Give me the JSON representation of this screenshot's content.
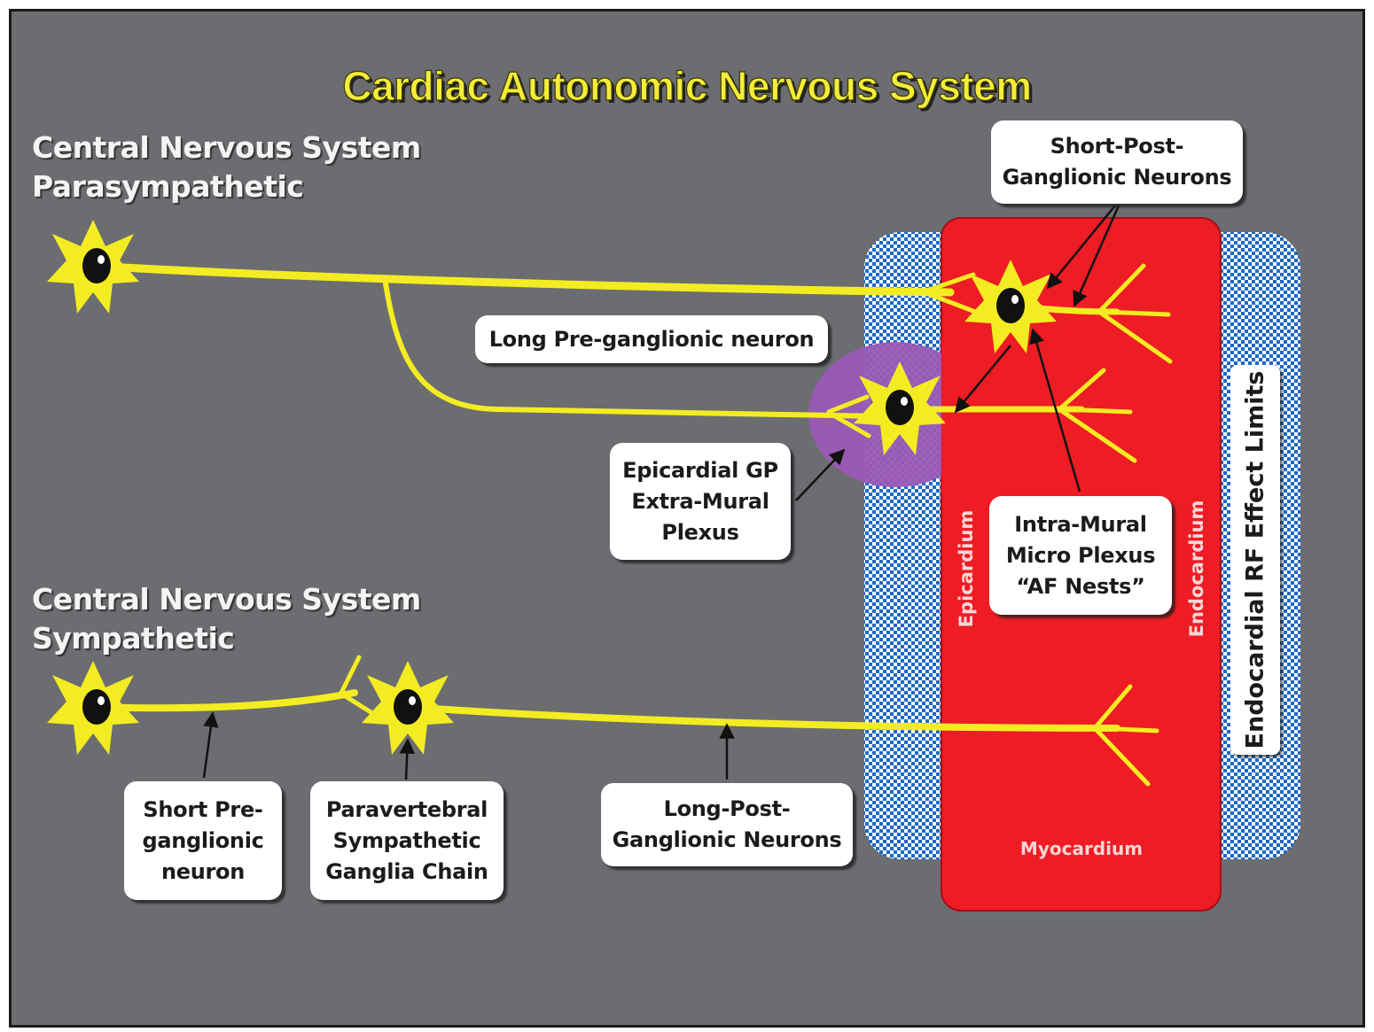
{
  "title": "Cardiac Autonomic Nervous System",
  "parasympathetic_heading": [
    "Central Nervous System",
    "Parasympathetic"
  ],
  "sympathetic_heading": [
    "Central Nervous System",
    "Sympathetic"
  ],
  "labels": {
    "short_post": [
      "Short-Post-",
      "Ganglionic Neurons"
    ],
    "long_pre": [
      "Long Pre-ganglionic neuron"
    ],
    "epicardial_gp": [
      "Epicardial GP",
      "Extra-Mural",
      "Plexus"
    ],
    "intra_mural": [
      "Intra-Mural",
      "Micro Plexus",
      "“AF Nests”"
    ],
    "short_pre": [
      "Short Pre-",
      "ganglionic",
      "neuron"
    ],
    "paravertebral": [
      "Paravertebral",
      "Sympathetic",
      "Ganglia Chain"
    ],
    "long_post": [
      "Long-Post-",
      "Ganglionic Neurons"
    ]
  },
  "layers": {
    "epicardium": "Epicardium",
    "endocardium": "Endocardium",
    "myocardium": "Myocardium"
  },
  "rf_limits": "Endocardial RF Effect Limits",
  "colors": {
    "background": "#6b6d70",
    "neuron": "#f4ec22",
    "myocardium": "#ee1c24",
    "ganglion_plexus": "#9a5ab5",
    "checker": "#1d68c4",
    "title": "#f4ec3a"
  }
}
